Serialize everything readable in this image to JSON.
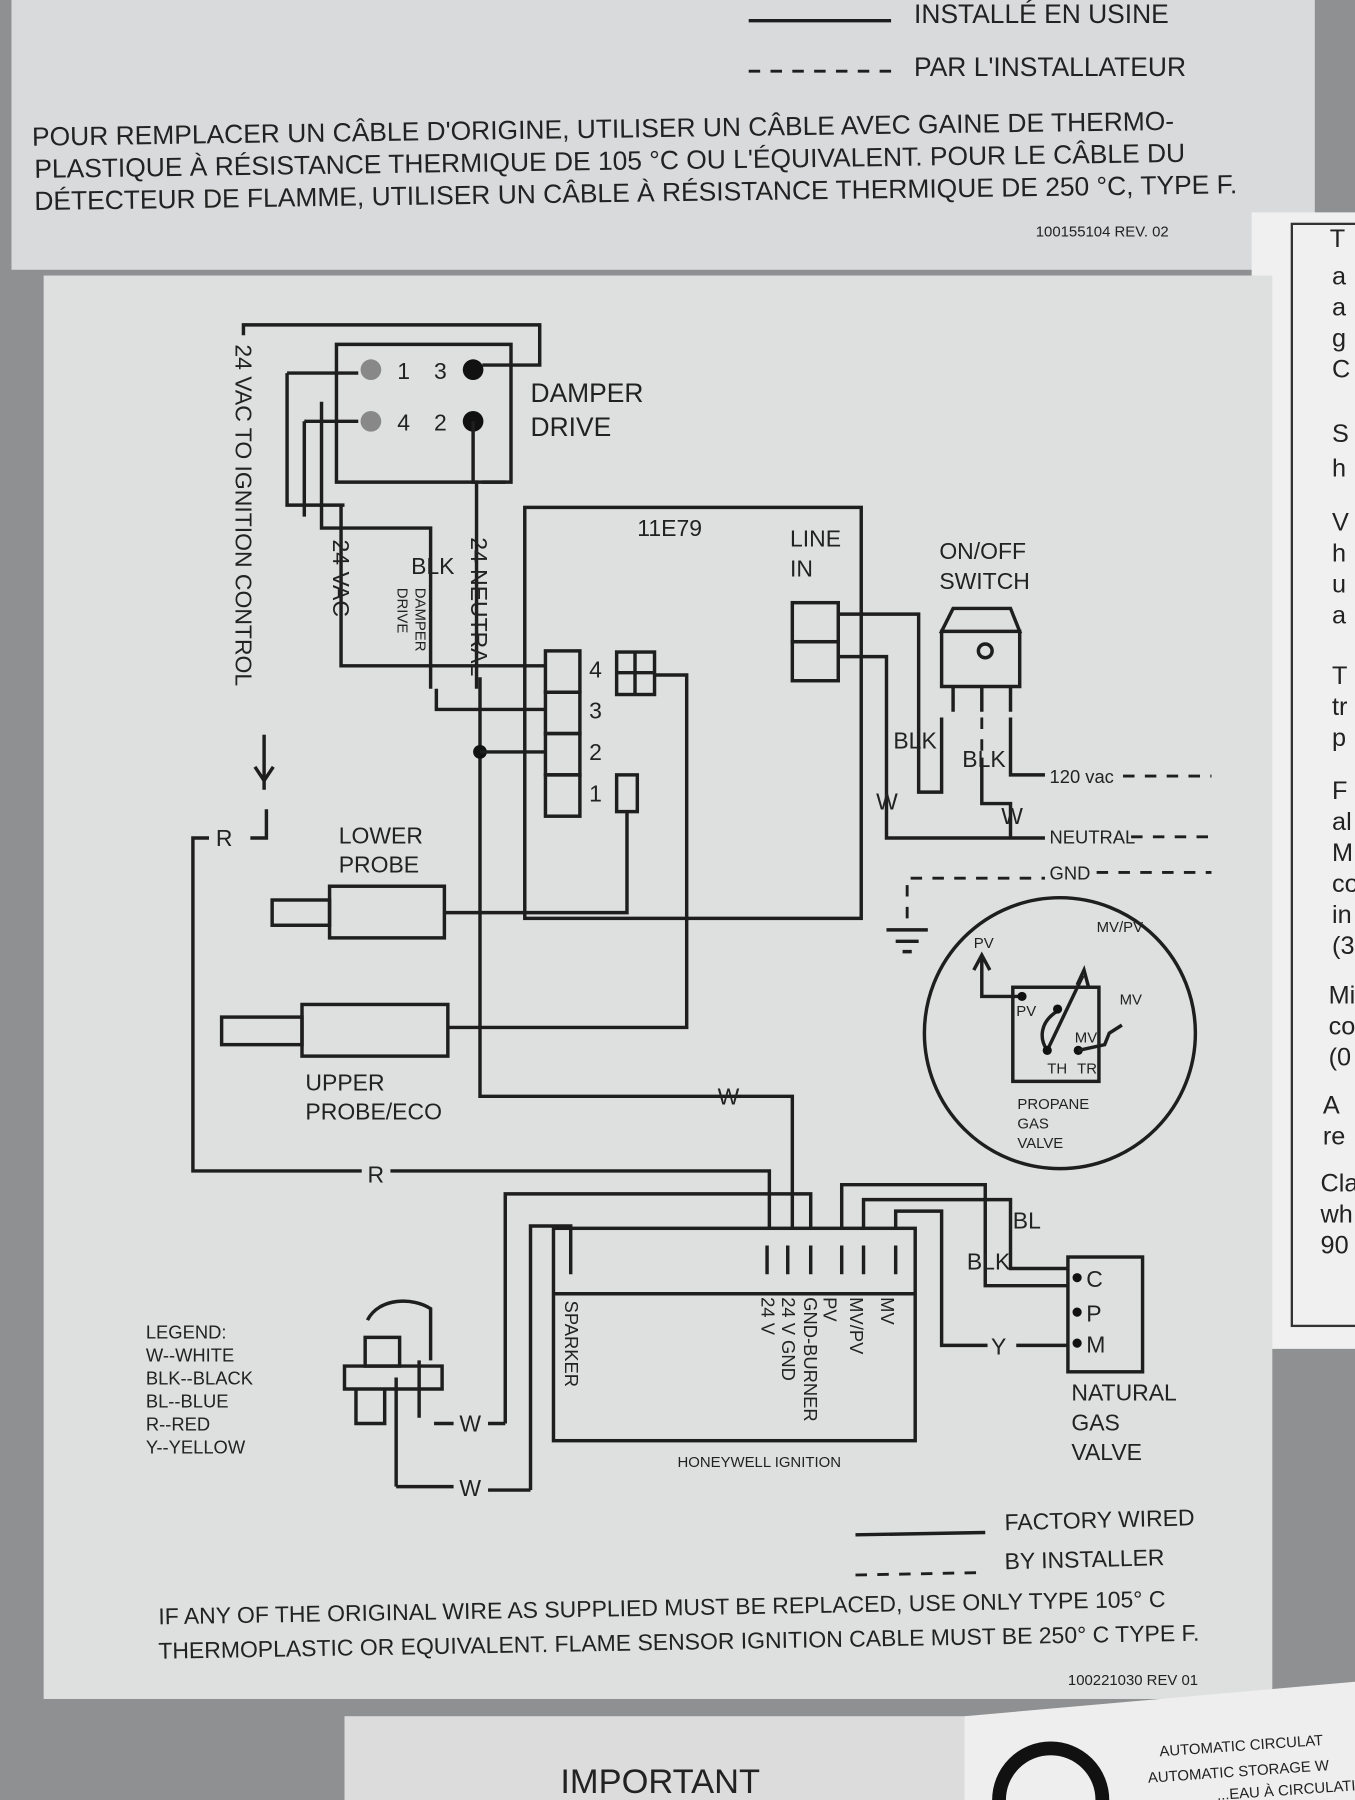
{
  "top_label": {
    "legend_factory": "INSTALLÉ EN USINE",
    "legend_installer": "PAR L'INSTALLATEUR",
    "notice_lines": [
      "POUR REMPLACER UN CÂBLE D'ORIGINE, UTILISER UN CÂBLE AVEC GAINE DE THERMO-",
      "PLASTIQUE À RÉSISTANCE THERMIQUE DE 105 °C OU L'ÉQUIVALENT. POUR LE CÂBLE DU",
      "DÉTECTEUR DE FLAMME, UTILISER UN CÂBLE À RÉSISTANCE THERMIQUE DE 250 °C, TYPE F."
    ],
    "part_number": "100155104  REV. 02"
  },
  "diagram": {
    "ignition_control_label": "24 VAC TO IGNITION CONTROL",
    "damper": {
      "title_1": "DAMPER",
      "title_2": "DRIVE",
      "t1": "1",
      "t3": "3",
      "t4": "4",
      "t2": "2"
    },
    "wire_24vac": "24 VAC",
    "wire_blk": "BLK",
    "wire_damper_drive_1": "DAMPER",
    "wire_damper_drive_2": "DRIVE",
    "wire_24_neutral": "24 NEUTRAL",
    "board": {
      "name": "11E79",
      "line_in_1": "LINE",
      "line_in_2": "IN",
      "pins": [
        "4",
        "3",
        "2",
        "1"
      ]
    },
    "switch": {
      "label_1": "ON/OFF",
      "label_2": "SWITCH"
    },
    "line_labels": {
      "blk1": "BLK",
      "blk2": "BLK",
      "w1": "W",
      "w2": "W",
      "vac120": "120 vac",
      "neutral": "NEUTRAL",
      "gnd": "GND"
    },
    "lower_probe": {
      "l1": "LOWER",
      "l2": "PROBE"
    },
    "upper_probe": {
      "l1": "UPPER",
      "l2": "PROBE/ECO"
    },
    "wire_r1": "R",
    "wire_r2": "R",
    "wire_w_mid": "W",
    "propane": {
      "pv_out": "PV",
      "mvpv_out": "MV/PV",
      "mv_out": "MV",
      "pv": "PV",
      "mv": "MV",
      "th": "TH",
      "tr": "TR",
      "l1": "PROPANE",
      "l2": "GAS",
      "l3": "VALVE"
    },
    "honeywell": {
      "title": "HONEYWELL IGNITION",
      "sparker": "SPARKER",
      "terminals": [
        "24 V",
        "24 V GND",
        "GND-BURNER",
        "PV",
        "MV/PV",
        "MV"
      ]
    },
    "gas_valve": {
      "c": "C",
      "p": "P",
      "m": "M",
      "bl": "BL",
      "blk": "BLK",
      "y": "Y",
      "l1": "NATURAL",
      "l2": "GAS",
      "l3": "VALVE"
    },
    "igniter_w1": "W",
    "igniter_w2": "W",
    "legend": [
      "LEGEND:",
      "W--WHITE",
      "BLK--BLACK",
      "BL--BLUE",
      "R--RED",
      "Y--YELLOW"
    ],
    "factory_wired": "FACTORY WIRED",
    "by_installer": "BY INSTALLER",
    "notice_lines": [
      "IF ANY OF THE ORIGINAL WIRE AS SUPPLIED MUST BE REPLACED, USE ONLY TYPE 105° C",
      "THERMOPLASTIC OR EQUIVALENT. FLAME SENSOR IGNITION CABLE MUST BE 250° C TYPE F."
    ],
    "part_number": "100221030 REV 01"
  },
  "right_label_fragments": [
    "T",
    "a",
    "a",
    "g",
    "C",
    "S",
    "h",
    "V",
    "h",
    "u",
    "a",
    "T",
    "tr",
    "p",
    "F",
    "al",
    "M",
    "co",
    "in",
    "(3",
    "Mi",
    "co",
    "(0",
    "A",
    "re",
    "Cla",
    "wh",
    "90"
  ],
  "bottom": {
    "important": "IMPORTANT",
    "csa_lines": [
      "AUTOMATIC CIRCULAT",
      "AUTOMATIC STORAGE W",
      "...EAU À CIRCULATI"
    ]
  }
}
